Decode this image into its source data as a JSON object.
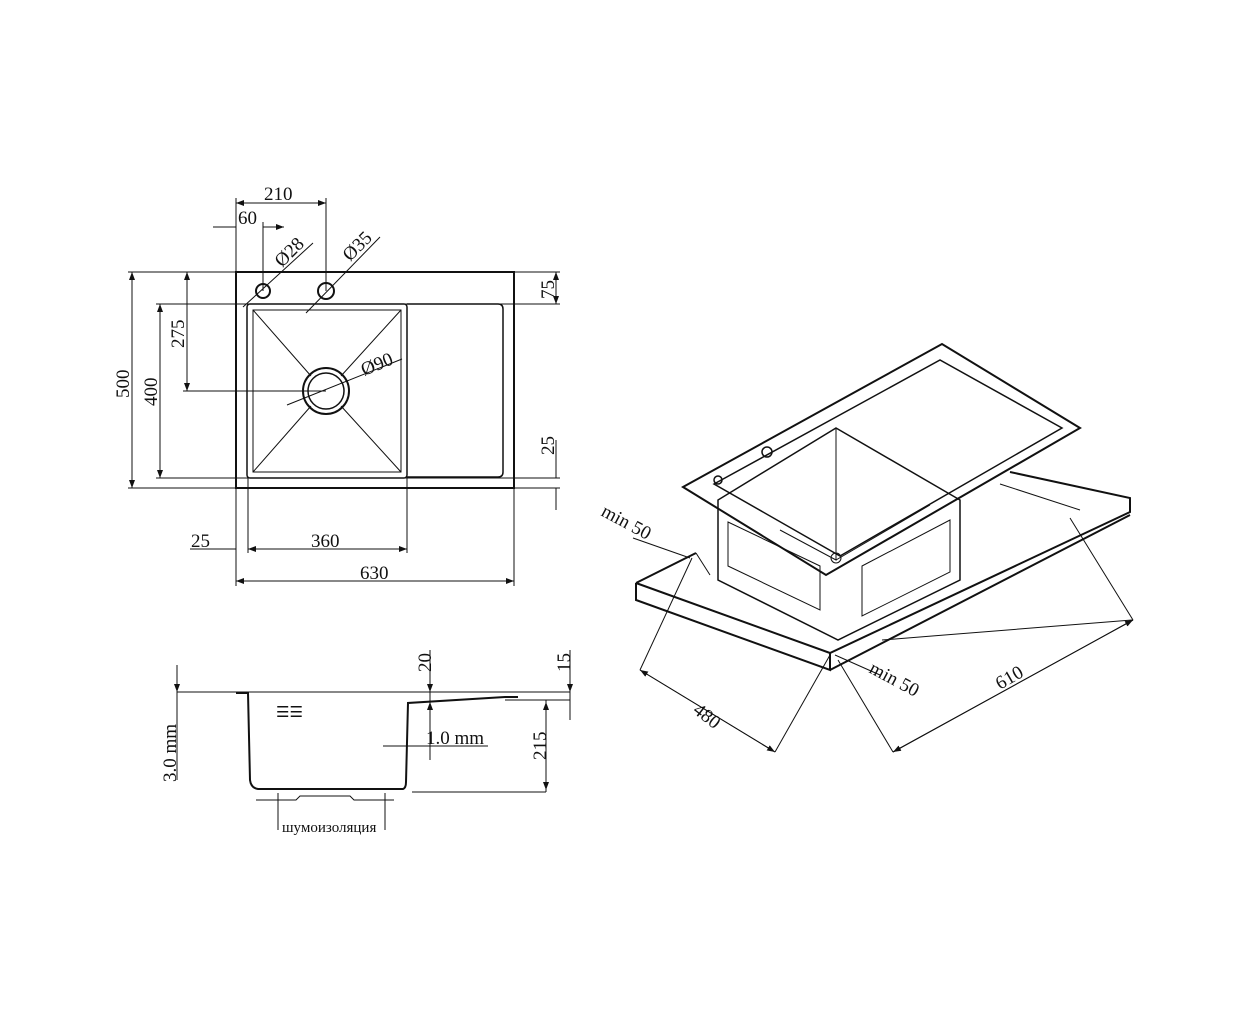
{
  "top_view": {
    "dims": {
      "tap_spacing": "210",
      "tap_offset": "60",
      "hole_small": "Ø28",
      "hole_large": "Ø35",
      "rim_top": "75",
      "drain_offset": "275",
      "overall_depth": "500",
      "bowl_depth": "400",
      "drain": "Ø90",
      "rim_bottom": "25",
      "rim_left": "25",
      "bowl_width": "360",
      "overall_width": "630"
    }
  },
  "side_view": {
    "dims": {
      "thickness_top": "3.0 mm",
      "drainboard_drop": "20",
      "rim_height": "15",
      "wall_thickness": "1.0 mm",
      "bowl_height": "215"
    },
    "insulation_label": "шумоизоляция"
  },
  "iso_view": {
    "dims": {
      "min_back": "min 50",
      "min_front": "min 50",
      "cabinet_depth": "480",
      "cabinet_width": "610"
    }
  }
}
